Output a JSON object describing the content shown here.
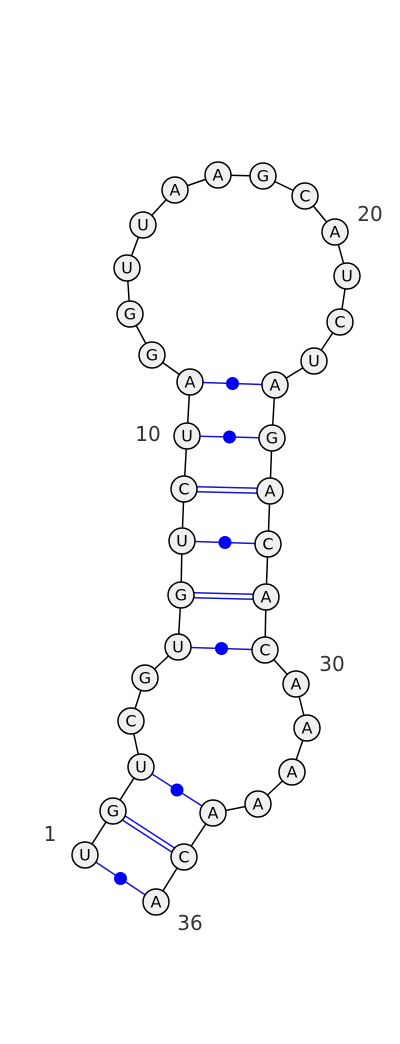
{
  "structure": {
    "sequence": [
      "U",
      "G",
      "U",
      "C",
      "G",
      "U",
      "G",
      "U",
      "C",
      "U",
      "A",
      "G",
      "G",
      "U",
      "U",
      "A",
      "A",
      "G",
      "C",
      "A",
      "U",
      "C",
      "U",
      "A",
      "G",
      "A",
      "C",
      "A",
      "C",
      "A",
      "A",
      "A",
      "A",
      "A",
      "C",
      "A"
    ],
    "basepairs": [
      {
        "i": 1,
        "j": 36,
        "type": "wobble"
      },
      {
        "i": 2,
        "j": 35,
        "type": "canonical"
      },
      {
        "i": 3,
        "j": 34,
        "type": "wobble"
      },
      {
        "i": 6,
        "j": 29,
        "type": "wobble"
      },
      {
        "i": 7,
        "j": 28,
        "type": "canonical"
      },
      {
        "i": 8,
        "j": 27,
        "type": "wobble"
      },
      {
        "i": 9,
        "j": 26,
        "type": "canonical"
      },
      {
        "i": 10,
        "j": 25,
        "type": "wobble"
      },
      {
        "i": 11,
        "j": 24,
        "type": "wobble"
      }
    ],
    "index_labels": [
      {
        "n": 1,
        "text": "1"
      },
      {
        "n": 10,
        "text": "10"
      },
      {
        "n": 20,
        "text": "20"
      },
      {
        "n": 30,
        "text": "30"
      },
      {
        "n": 36,
        "text": "36"
      }
    ]
  },
  "colors": {
    "pair_line": "#1414dc",
    "wobble_dot": "#0000ff",
    "nucleotide_fill": "#f0f0f0",
    "backbone": "#000000",
    "label_text": "#333333"
  }
}
